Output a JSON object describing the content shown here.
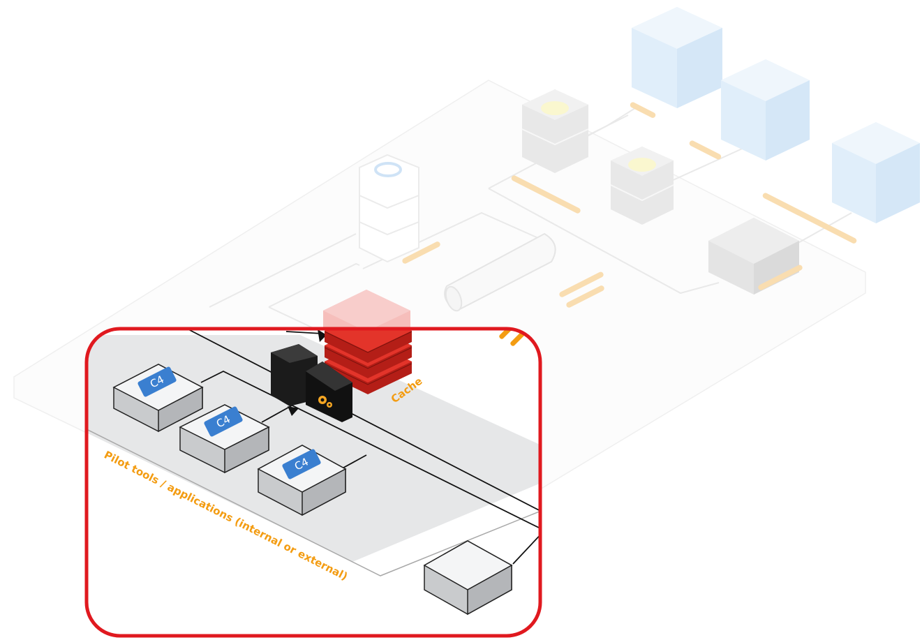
{
  "labels": {
    "cache": "Cache",
    "pilot": "Pilot tools / applications (internal or external)"
  },
  "chips": {
    "c1": "C4",
    "c2": "C4",
    "c3": "C4"
  },
  "colors": {
    "label_orange": "#f39c12",
    "highlight_red": "#e0191f",
    "cache_red": "#d92b21",
    "chip_blue": "#3a7fd0",
    "faded_blue": "#d9ebf9",
    "faded_gray": "#e4e4e4"
  }
}
